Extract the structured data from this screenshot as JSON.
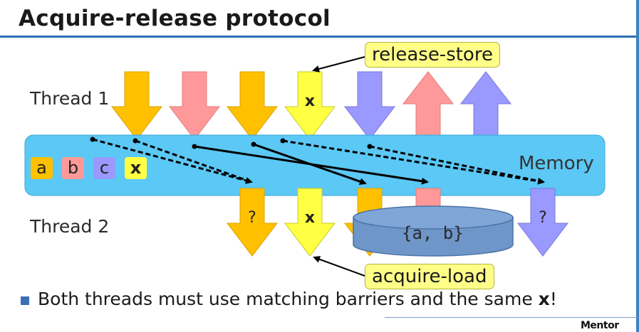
{
  "title": "Acquire-release protocol",
  "threads": {
    "thread1": "Thread 1",
    "thread2": "Thread 2"
  },
  "memory": {
    "label": "Memory",
    "chips": [
      {
        "text": "a",
        "color": "#ffc000"
      },
      {
        "text": "b",
        "color": "#ff9999"
      },
      {
        "text": "c",
        "color": "#9999ff"
      },
      {
        "text": "x",
        "color": "#ffff44"
      }
    ]
  },
  "callouts": {
    "release": "release-store",
    "acquire": "acquire-load"
  },
  "arrow_labels": {
    "t1_x": "x",
    "t2_q1": "?",
    "t2_x": "x",
    "t2_q2": "?"
  },
  "database_label": "{a, b}",
  "bullet_pre": "Both threads must use matching barriers and the same ",
  "bullet_bold": "x",
  "bullet_post": "!",
  "logo": "Mentor",
  "colors": {
    "a": "#ffc000",
    "b": "#ff9999",
    "c": "#9999ff",
    "x": "#ffff44",
    "memory_band": "#5bc8f5",
    "accent": "#2c6fb3"
  }
}
